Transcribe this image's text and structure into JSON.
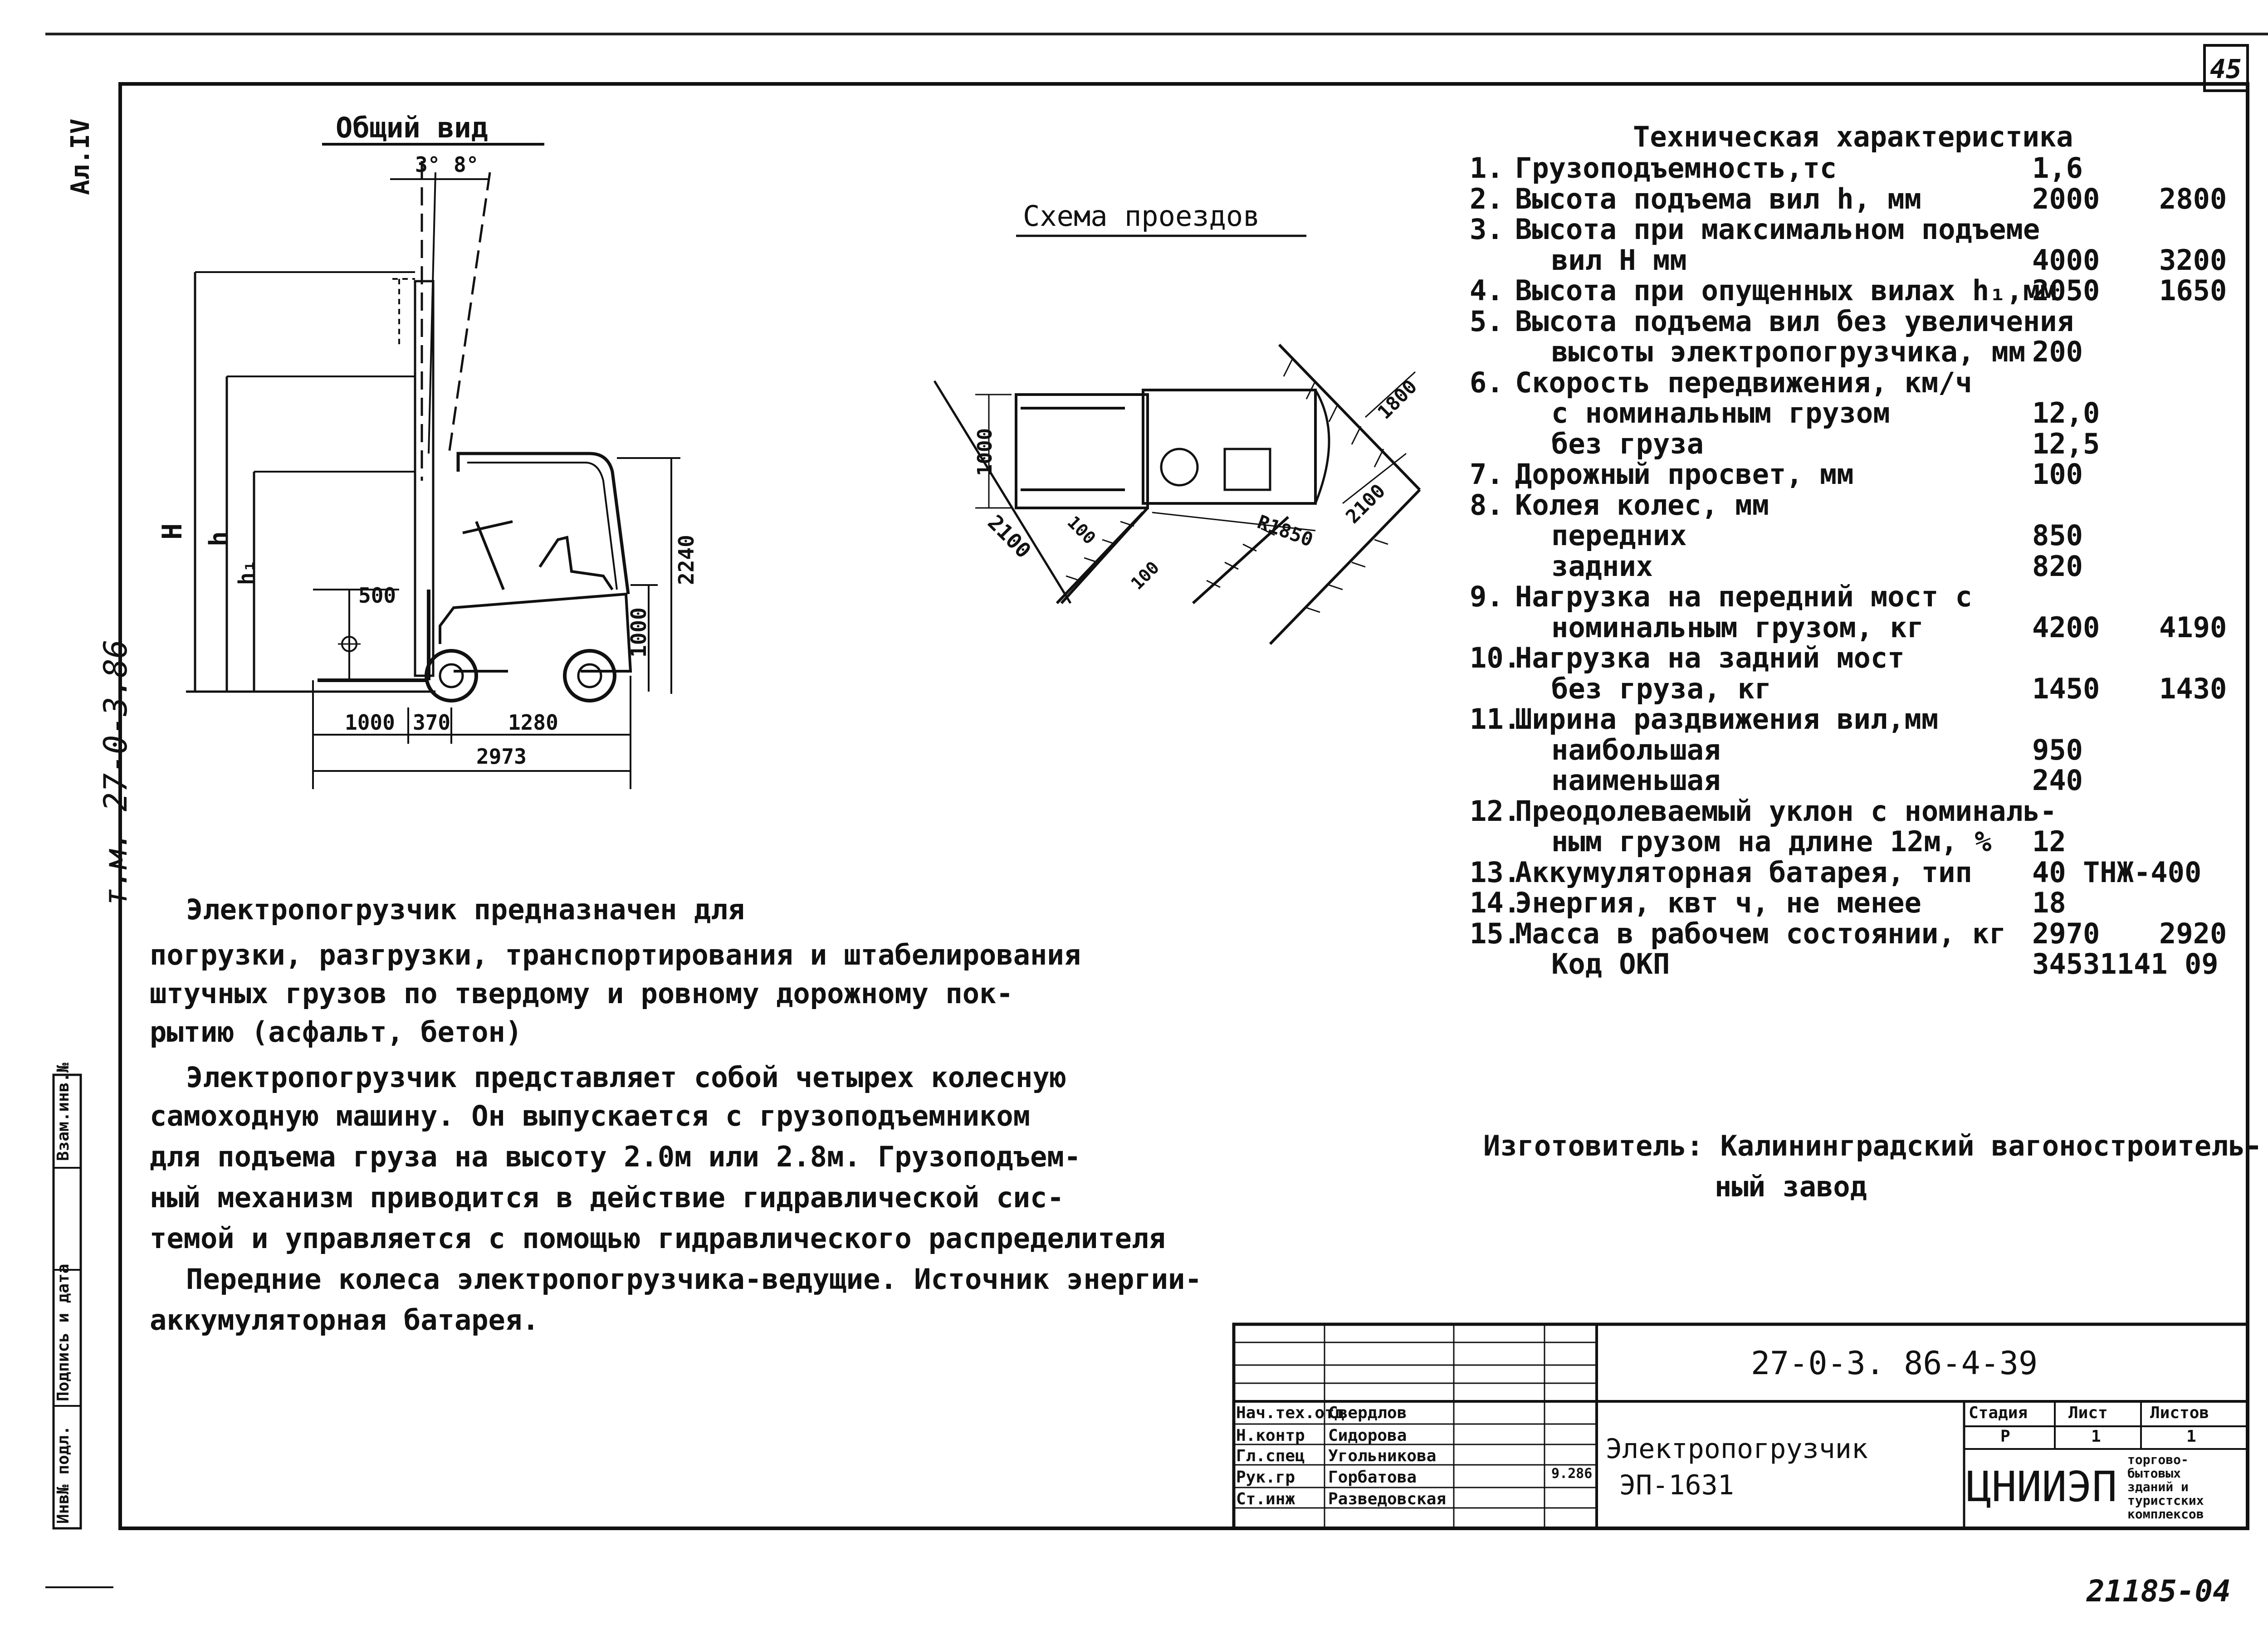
{
  "sheet": {
    "page_number": "45",
    "album_label": "Ал.IV",
    "side_label": "т.м. 27-0-3.86",
    "bottom_code": "21185-04"
  },
  "general_view": {
    "title": "Общий вид",
    "angles": [
      "3°",
      "8°"
    ],
    "dims": {
      "d500": "500",
      "d1000": "1000",
      "d370": "370",
      "d1280": "1280",
      "d2973": "2973",
      "d2240": "2240",
      "d1000v": "1000",
      "H": "H",
      "h": "h",
      "h1": "h₁"
    }
  },
  "scheme": {
    "title": "Схема проездов",
    "dims": {
      "d1000": "1000",
      "d2100a": "2100",
      "d100a": "100",
      "d100b": "100",
      "r1850": "R1850",
      "d2100b": "2100",
      "d1800": "1800"
    }
  },
  "spec": {
    "title": "Техническая характеристика",
    "rows": [
      {
        "n": "1.",
        "label": "Грузоподъемность,тс",
        "v1": "1,6",
        "v2": ""
      },
      {
        "n": "2.",
        "label": "Высота подъема вил h, мм",
        "v1": "2000",
        "v2": "2800"
      },
      {
        "n": "3.",
        "label": "Высота при максимальном подъеме",
        "v1": "",
        "v2": ""
      },
      {
        "n": "",
        "label": "вил H мм",
        "v1": "4000",
        "v2": "3200"
      },
      {
        "n": "4.",
        "label": "Высота при опущенных вилах h₁,мм",
        "v1": "2050",
        "v2": "1650"
      },
      {
        "n": "5.",
        "label": "Высота подъема вил без увеличения",
        "v1": "",
        "v2": ""
      },
      {
        "n": "",
        "label": "высоты электропогрузчика, мм",
        "v1": "200",
        "v2": ""
      },
      {
        "n": "6.",
        "label": "Скорость передвижения, км/ч",
        "v1": "",
        "v2": ""
      },
      {
        "n": "",
        "label": "с номинальным грузом",
        "v1": "12,0",
        "v2": ""
      },
      {
        "n": "",
        "label": "без груза",
        "v1": "12,5",
        "v2": ""
      },
      {
        "n": "7.",
        "label": "Дорожный просвет, мм",
        "v1": "100",
        "v2": ""
      },
      {
        "n": "8.",
        "label": "Колея колес, мм",
        "v1": "",
        "v2": ""
      },
      {
        "n": "",
        "label": "передних",
        "v1": "850",
        "v2": ""
      },
      {
        "n": "",
        "label": "задних",
        "v1": "820",
        "v2": ""
      },
      {
        "n": "9.",
        "label": "Нагрузка на передний мост с",
        "v1": "",
        "v2": ""
      },
      {
        "n": "",
        "label": "номинальным грузом, кг",
        "v1": "4200",
        "v2": "4190"
      },
      {
        "n": "10.",
        "label": "Нагрузка на задний мост",
        "v1": "",
        "v2": ""
      },
      {
        "n": "",
        "label": "без груза, кг",
        "v1": "1450",
        "v2": "1430"
      },
      {
        "n": "11.",
        "label": "Ширина раздвижения вил,мм",
        "v1": "",
        "v2": ""
      },
      {
        "n": "",
        "label": "наибольшая",
        "v1": "950",
        "v2": ""
      },
      {
        "n": "",
        "label": "наименьшая",
        "v1": "240",
        "v2": ""
      },
      {
        "n": "12.",
        "label": "Преодолеваемый уклон с номиналь-",
        "v1": "",
        "v2": ""
      },
      {
        "n": "",
        "label": "ным грузом на длине 12м, %",
        "v1": "12",
        "v2": ""
      },
      {
        "n": "13.",
        "label": "Аккумуляторная батарея, тип",
        "v1": "40 ТНЖ-400",
        "v2": ""
      },
      {
        "n": "14.",
        "label": "Энергия, квт ч, не менее",
        "v1": "18",
        "v2": ""
      },
      {
        "n": "15.",
        "label": "Масса в рабочем состоянии, кг",
        "v1": "2970",
        "v2": "2920"
      },
      {
        "n": "",
        "label": "Код ОКП",
        "v1": "34531141 09",
        "v2": ""
      }
    ],
    "manufacturer_line1": "Изготовитель: Калининградский вагоностроитель-",
    "manufacturer_line2": "ный завод"
  },
  "description": {
    "lines": [
      "Электропогрузчик предназначен для",
      "погрузки, разгрузки, транспортирования и штабелирования",
      "штучных грузов по твердому и ровному дорожному пок-",
      "рытию (асфальт, бетон)",
      "Электропогрузчик представляет собой четырех колесную",
      "самоходную машину. Он выпускается с грузоподъемником",
      "для подъема груза на высоту 2.0м или 2.8м. Грузоподъем-",
      "ный механизм приводится в действие гидравлической сис-",
      "темой и управляется с помощью гидравлического распределителя",
      "Передние колеса электропогрузчика-ведущие. Источник энергии-",
      "аккумуляторная батарея."
    ]
  },
  "title_block": {
    "doc_code": "27-0-3. 86-4-39",
    "name_line1": "Электропогрузчик",
    "name_line2": "ЭП-1631",
    "stage_header": "Стадия",
    "sheet_header": "Лист",
    "sheets_header": "Листов",
    "stage": "Р",
    "sheet": "1",
    "sheets": "1",
    "org": "ЦНИИЭП",
    "org_sub": [
      "торгово-",
      "бытовых",
      "зданий и",
      "туристских",
      "комплексов"
    ],
    "date": "9.286",
    "staff": [
      {
        "role": "Нач.тех.отд",
        "name": "Свердлов"
      },
      {
        "role": "Н.контр",
        "name": "Сидорова"
      },
      {
        "role": "Гл.спец",
        "name": "Угольникова"
      },
      {
        "role": "Рук.гр",
        "name": "Горбатова"
      },
      {
        "role": "Ст.инж",
        "name": "Разведовская"
      }
    ]
  },
  "left_strip": {
    "labels": [
      "Инв№ подл.",
      "Подпись и дата",
      "Взам.инв.№"
    ]
  }
}
